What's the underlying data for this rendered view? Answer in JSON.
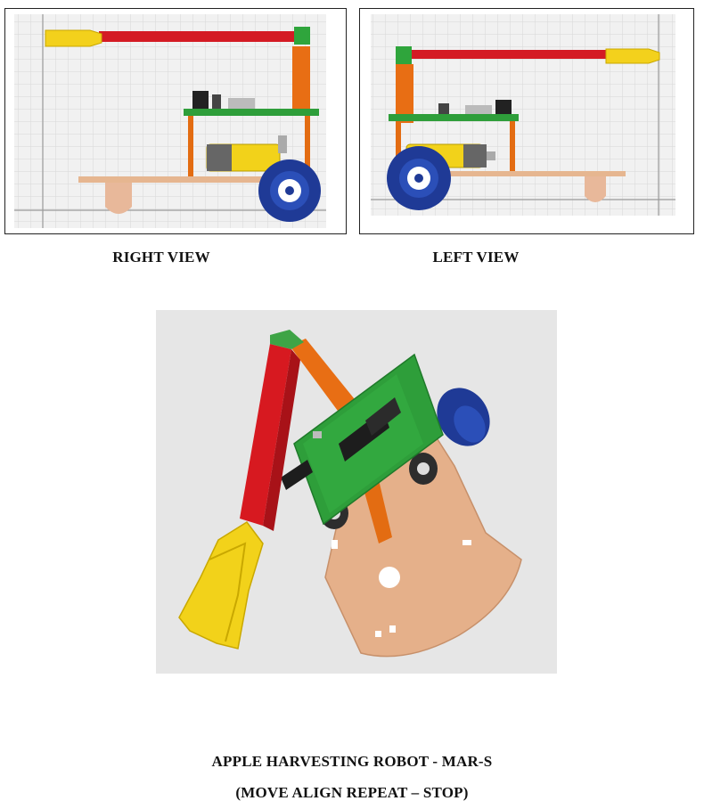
{
  "figures": {
    "right_view": {
      "caption": "RIGHT VIEW"
    },
    "left_view": {
      "caption": "LEFT VIEW"
    },
    "iso_view": {}
  },
  "title": {
    "line1": "APPLE HARVESTING ROBOT -  MAR-S",
    "line2": "(MOVE ALIGN REPEAT – STOP)"
  },
  "colors": {
    "arm": "#d71920",
    "gripper": "#f2d21a",
    "column": "#e36c12",
    "board": "#2e9e3a",
    "wheel": "#1f3a96",
    "base": "#e5b08a",
    "grid_bg": "#efefef",
    "grid_line": "#d6d6d6"
  },
  "icons": {
    "right": "robot-right-view-render",
    "left": "robot-left-view-render",
    "iso": "robot-isometric-render"
  }
}
